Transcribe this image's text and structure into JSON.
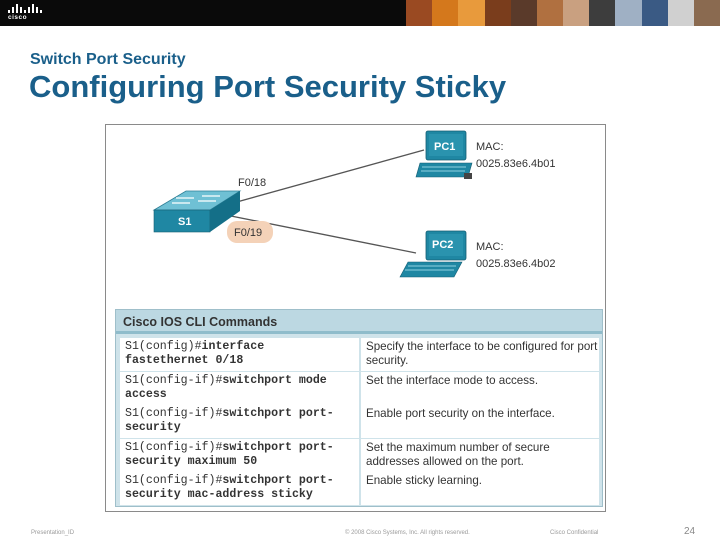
{
  "header": {
    "logo_text": "cisco",
    "photo_colors": [
      "#9a4a22",
      "#d4781c",
      "#e89a3c",
      "#7a3d1c",
      "#5a3a2a",
      "#b07040",
      "#c9a080",
      "#3d3d3d",
      "#9fb0c4",
      "#3a5a84",
      "#d0d0d0",
      "#8a6a50"
    ]
  },
  "slide": {
    "subtitle": "Switch Port Security",
    "title": "Configuring Port Security Sticky"
  },
  "diagram": {
    "switch_label": "S1",
    "port_f018": "F0/18",
    "port_f019": "F0/19",
    "pc1": {
      "label": "PC1",
      "mac_label": "MAC:",
      "mac": "0025.83e6.4b01"
    },
    "pc2": {
      "label": "PC2",
      "mac_label": "MAC:",
      "mac": "0025.83e6.4b02"
    }
  },
  "cli_table": {
    "heading": "Cisco IOS CLI Commands",
    "rows": [
      {
        "prompt1": "S1(config)#",
        "cmd1": "interface",
        "cmd2": "fastethernet 0/18",
        "desc": "Specify the interface to be configured for port security."
      },
      {
        "prompt1": "S1(config-if)#",
        "cmd1": "switchport mode",
        "cmd2": "access",
        "desc": "Set the interface mode to access."
      },
      {
        "prompt1": "S1(config-if)#",
        "cmd1": "switchport port-",
        "cmd2": "security",
        "desc": "Enable port security on the interface."
      },
      {
        "prompt1": "S1(config-if)#",
        "cmd1": "switchport port-",
        "cmd2": "security maximum 50",
        "desc": "Set the maximum number of secure addresses allowed on the port."
      },
      {
        "prompt1": "S1(config-if)#",
        "cmd1": "switchport port-",
        "cmd2": "security mac-address sticky",
        "desc": "Enable sticky learning."
      }
    ]
  },
  "footer": {
    "left": "Presentation_ID",
    "center": "© 2008 Cisco Systems, Inc. All rights reserved.",
    "right": "Cisco Confidential",
    "page": "24"
  }
}
